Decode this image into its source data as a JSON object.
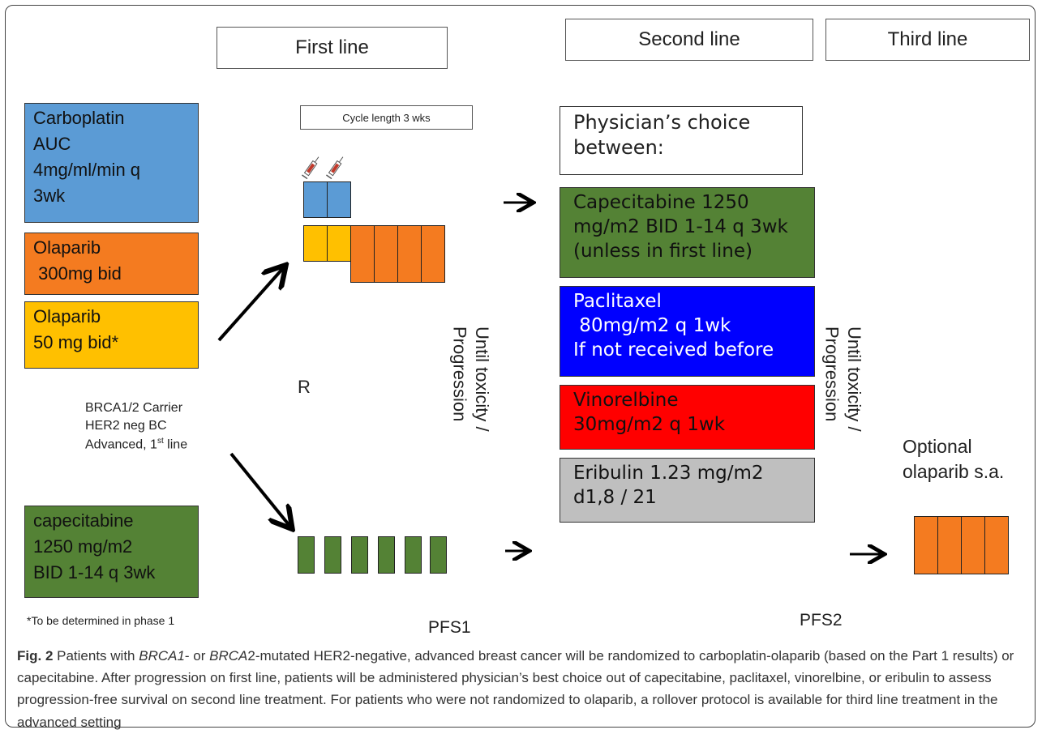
{
  "headers": {
    "first": "First line",
    "second": "Second line",
    "third": "Third line"
  },
  "arms": {
    "carboplatin": [
      "Carboplatin",
      "AUC",
      "4mg/ml/min q",
      "3wk"
    ],
    "olaparib300": [
      "Olaparib",
      " 300mg bid"
    ],
    "olaparib50": [
      "Olaparib",
      "50 mg bid*"
    ],
    "capecitabine": [
      "capecitabine",
      "1250 mg/m2",
      "BID 1-14 q 3wk"
    ]
  },
  "cycle_label": "Cycle length 3 wks",
  "population": {
    "line1": "BRCA1/2 Carrier",
    "line2": "HER2 neg BC",
    "line3_pre": "Advanced, 1",
    "line3_sup": "st",
    "line3_post": " line"
  },
  "randomize": "R",
  "until1": [
    "Until toxicity /",
    "Progression"
  ],
  "until2": [
    "Until toxicity /",
    "Progression"
  ],
  "second_line": {
    "choice": [
      "Physician’s choice",
      "between:"
    ],
    "capecitabine": [
      "Capecitabine 1250",
      "mg/m2 BID 1-14 q 3wk",
      "(unless in first line)"
    ],
    "paclitaxel": [
      "Paclitaxel",
      " 80mg/m2 q 1wk",
      "If not received before"
    ],
    "vinorelbine": [
      "Vinorelbine",
      "30mg/m2 q 1wk"
    ],
    "eribulin": [
      "Eribulin 1.23 mg/m2",
      "d1,8 / 21"
    ]
  },
  "optional": [
    "Optional",
    "olaparib s.a."
  ],
  "footnote": "*To be determined in phase 1",
  "pfs1": "PFS1",
  "pfs2": "PFS2",
  "caption": {
    "fig": "Fig. 2",
    "t1": " Patients with ",
    "i1": "BRCA1",
    "t2": "- or ",
    "i2": "BRCA",
    "t3": "2-mutated HER2-negative, advanced breast cancer will be randomized to carboplatin-olaparib (based on the Part 1 results) or capecitabine. After progression on first line, patients will be administered physician’s best choice out of capecitabine, paclitaxel, vinorelbine, or eribulin to assess progression-free survival on second line treatment. For patients who were not randomized to olaparib, a rollover protocol is available for third line treatment in the advanced setting"
  },
  "colors": {
    "blue": "#5b9bd5",
    "orange": "#f47b20",
    "yellow": "#ffc000",
    "green": "#548235",
    "pureblue": "#0000ff",
    "red": "#ff0000",
    "grey": "#bfbfbf"
  },
  "icons": {
    "syringe": "syringe-icon",
    "arrow": "arrow-icon"
  }
}
